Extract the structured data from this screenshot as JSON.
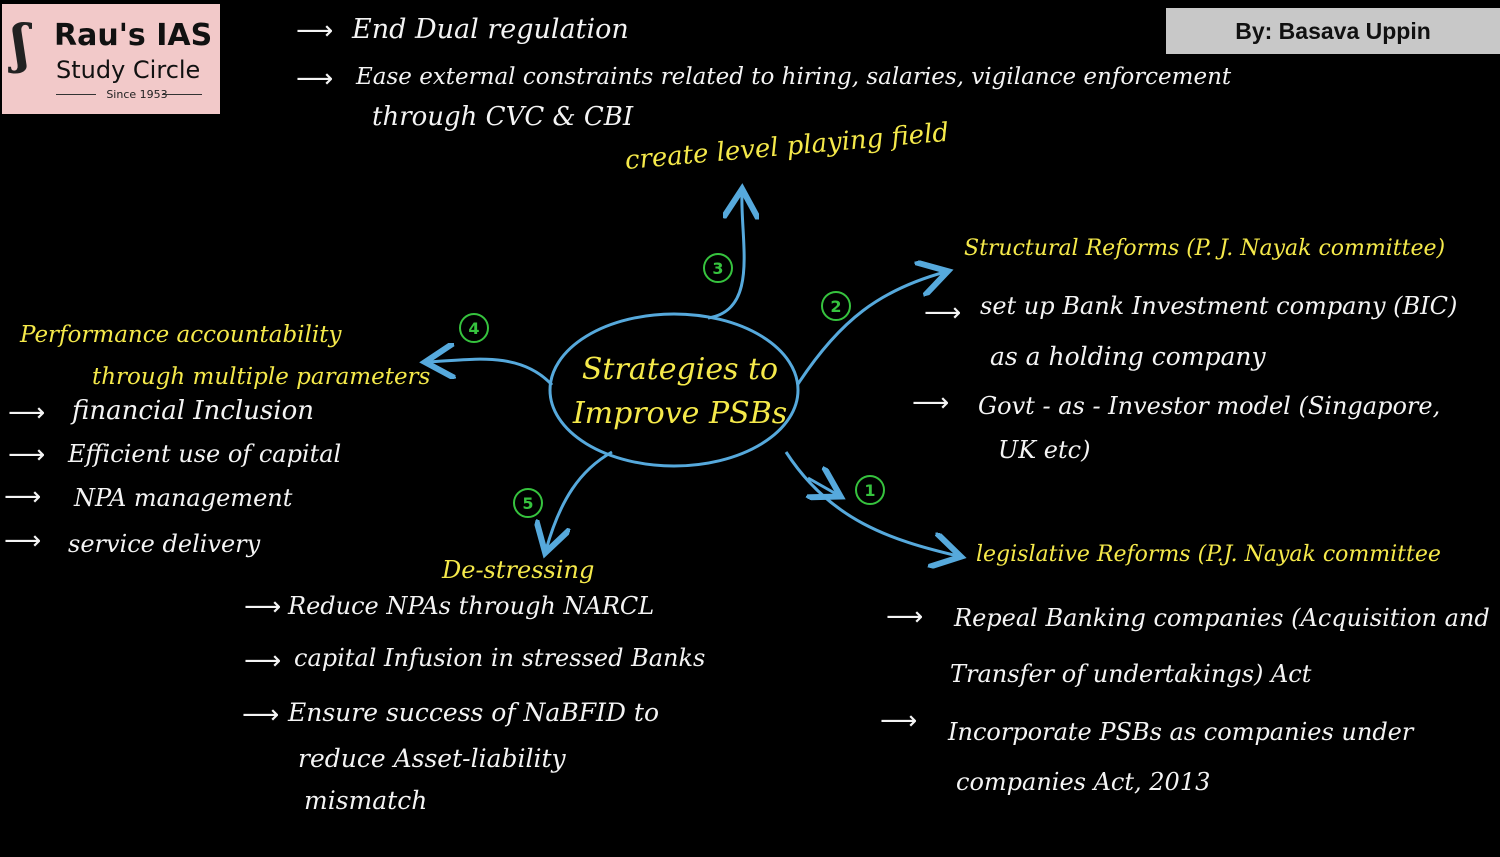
{
  "brand": {
    "glyph": "ʃ",
    "name": "Rau's IAS",
    "subtitle": "Study Circle",
    "since": "Since 1953"
  },
  "author": "By: Basava Uppin",
  "center": {
    "line1": "Strategies to",
    "line2": "Improve PSBs"
  },
  "branch3": {
    "number": "3",
    "title": "create level playing field",
    "items": [
      "End Dual regulation",
      "Ease external constraints related to hiring, salaries, vigilance enforcement",
      "through CVC & CBI"
    ]
  },
  "branch2": {
    "number": "2",
    "title": "Structural Reforms (P. J. Nayak committee)",
    "items": [
      "set up Bank Investment company (BIC)",
      "as a holding company",
      "Govt - as - Investor model (Singapore,",
      "UK etc)"
    ]
  },
  "branch1": {
    "number": "1",
    "title": "legislative Reforms (P.J. Nayak committee",
    "items": [
      "Repeal Banking companies (Acquisition and",
      "Transfer of undertakings) Act",
      "Incorporate PSBs as companies under",
      "companies Act, 2013"
    ]
  },
  "branch4": {
    "number": "4",
    "title_line1": "Performance accountability",
    "title_line2": "through multiple parameters",
    "items": [
      "financial Inclusion",
      "Efficient use of capital",
      "NPA management",
      "service delivery"
    ]
  },
  "branch5": {
    "number": "5",
    "title": "De-stressing",
    "items": [
      "Reduce NPAs through NARCL",
      "capital Infusion in stressed Banks",
      "Ensure success of NaBFID to",
      "reduce Asset-liability",
      "mismatch"
    ]
  },
  "arrow_glyph": "⟶",
  "colors": {
    "background": "#000000",
    "handwriting": "#f4f4f4",
    "highlight": "#f5e94a",
    "connector": "#56a9dc",
    "number_circle": "#36c33e",
    "logo_bg": "#f2c9c9",
    "author_bg": "#c8c8c8"
  }
}
